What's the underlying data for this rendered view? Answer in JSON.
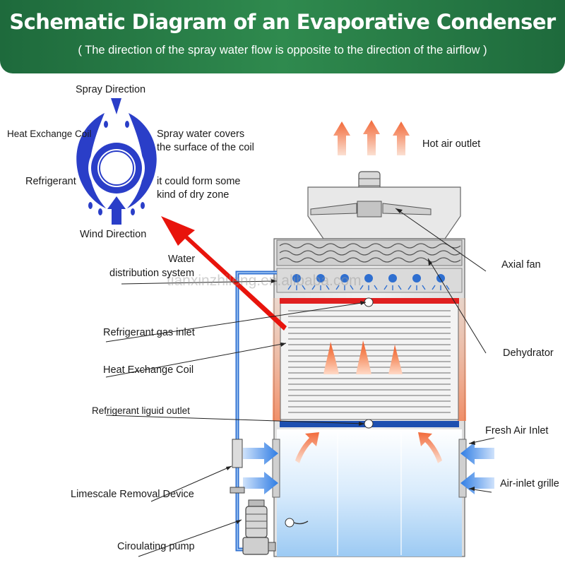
{
  "header": {
    "title": "Schematic Diagram of an Evaporative Condenser",
    "subtitle": "( The direction of the spray water flow is opposite to the direction of the airflow )"
  },
  "inset": {
    "spray_direction": "Spray Direction",
    "heat_exchange_coil": "Heat Exchange Coil",
    "refrigerant": "Refrigerant",
    "wind_direction": "Wind Direction",
    "note_line1": "Spray water covers",
    "note_line2": "the surface of the coil",
    "note_line3": "it could form some",
    "note_line4": "kind of dry zone"
  },
  "labels": {
    "hot_air_outlet": "Hot air outlet",
    "axial_fan": "Axial fan",
    "water_distribution_line1": "Water",
    "water_distribution_line2": "distribution system",
    "refrigerant_gas_inlet": "Refrigerant gas inlet",
    "heat_exchange_coil": "Heat Exchange Coil",
    "dehydrator": "Dehydrator",
    "refrigerant_liquid_outlet": "Refrigerant liguid outlet",
    "fresh_air_inlet": "Fresh Air Inlet",
    "air_inlet_grille": "Air-inlet grille",
    "limescale_removal": "Limescale Removal Device",
    "circulating_pump": "Ciroulating pump"
  },
  "watermark": "tianxinzhileng.en.alibaba.com",
  "colors": {
    "banner": "#2f8a4e",
    "coil_blue": "#2a3ec8",
    "pipe_blue": "#2f6fd0",
    "red_arrow": "#e8140c",
    "header_red": "#e02020",
    "header_blue": "#1d4fb0",
    "heat_arrow": "#f28a5e",
    "air_blue": "#3b86e8",
    "water_blue": "#cfe6fb"
  }
}
